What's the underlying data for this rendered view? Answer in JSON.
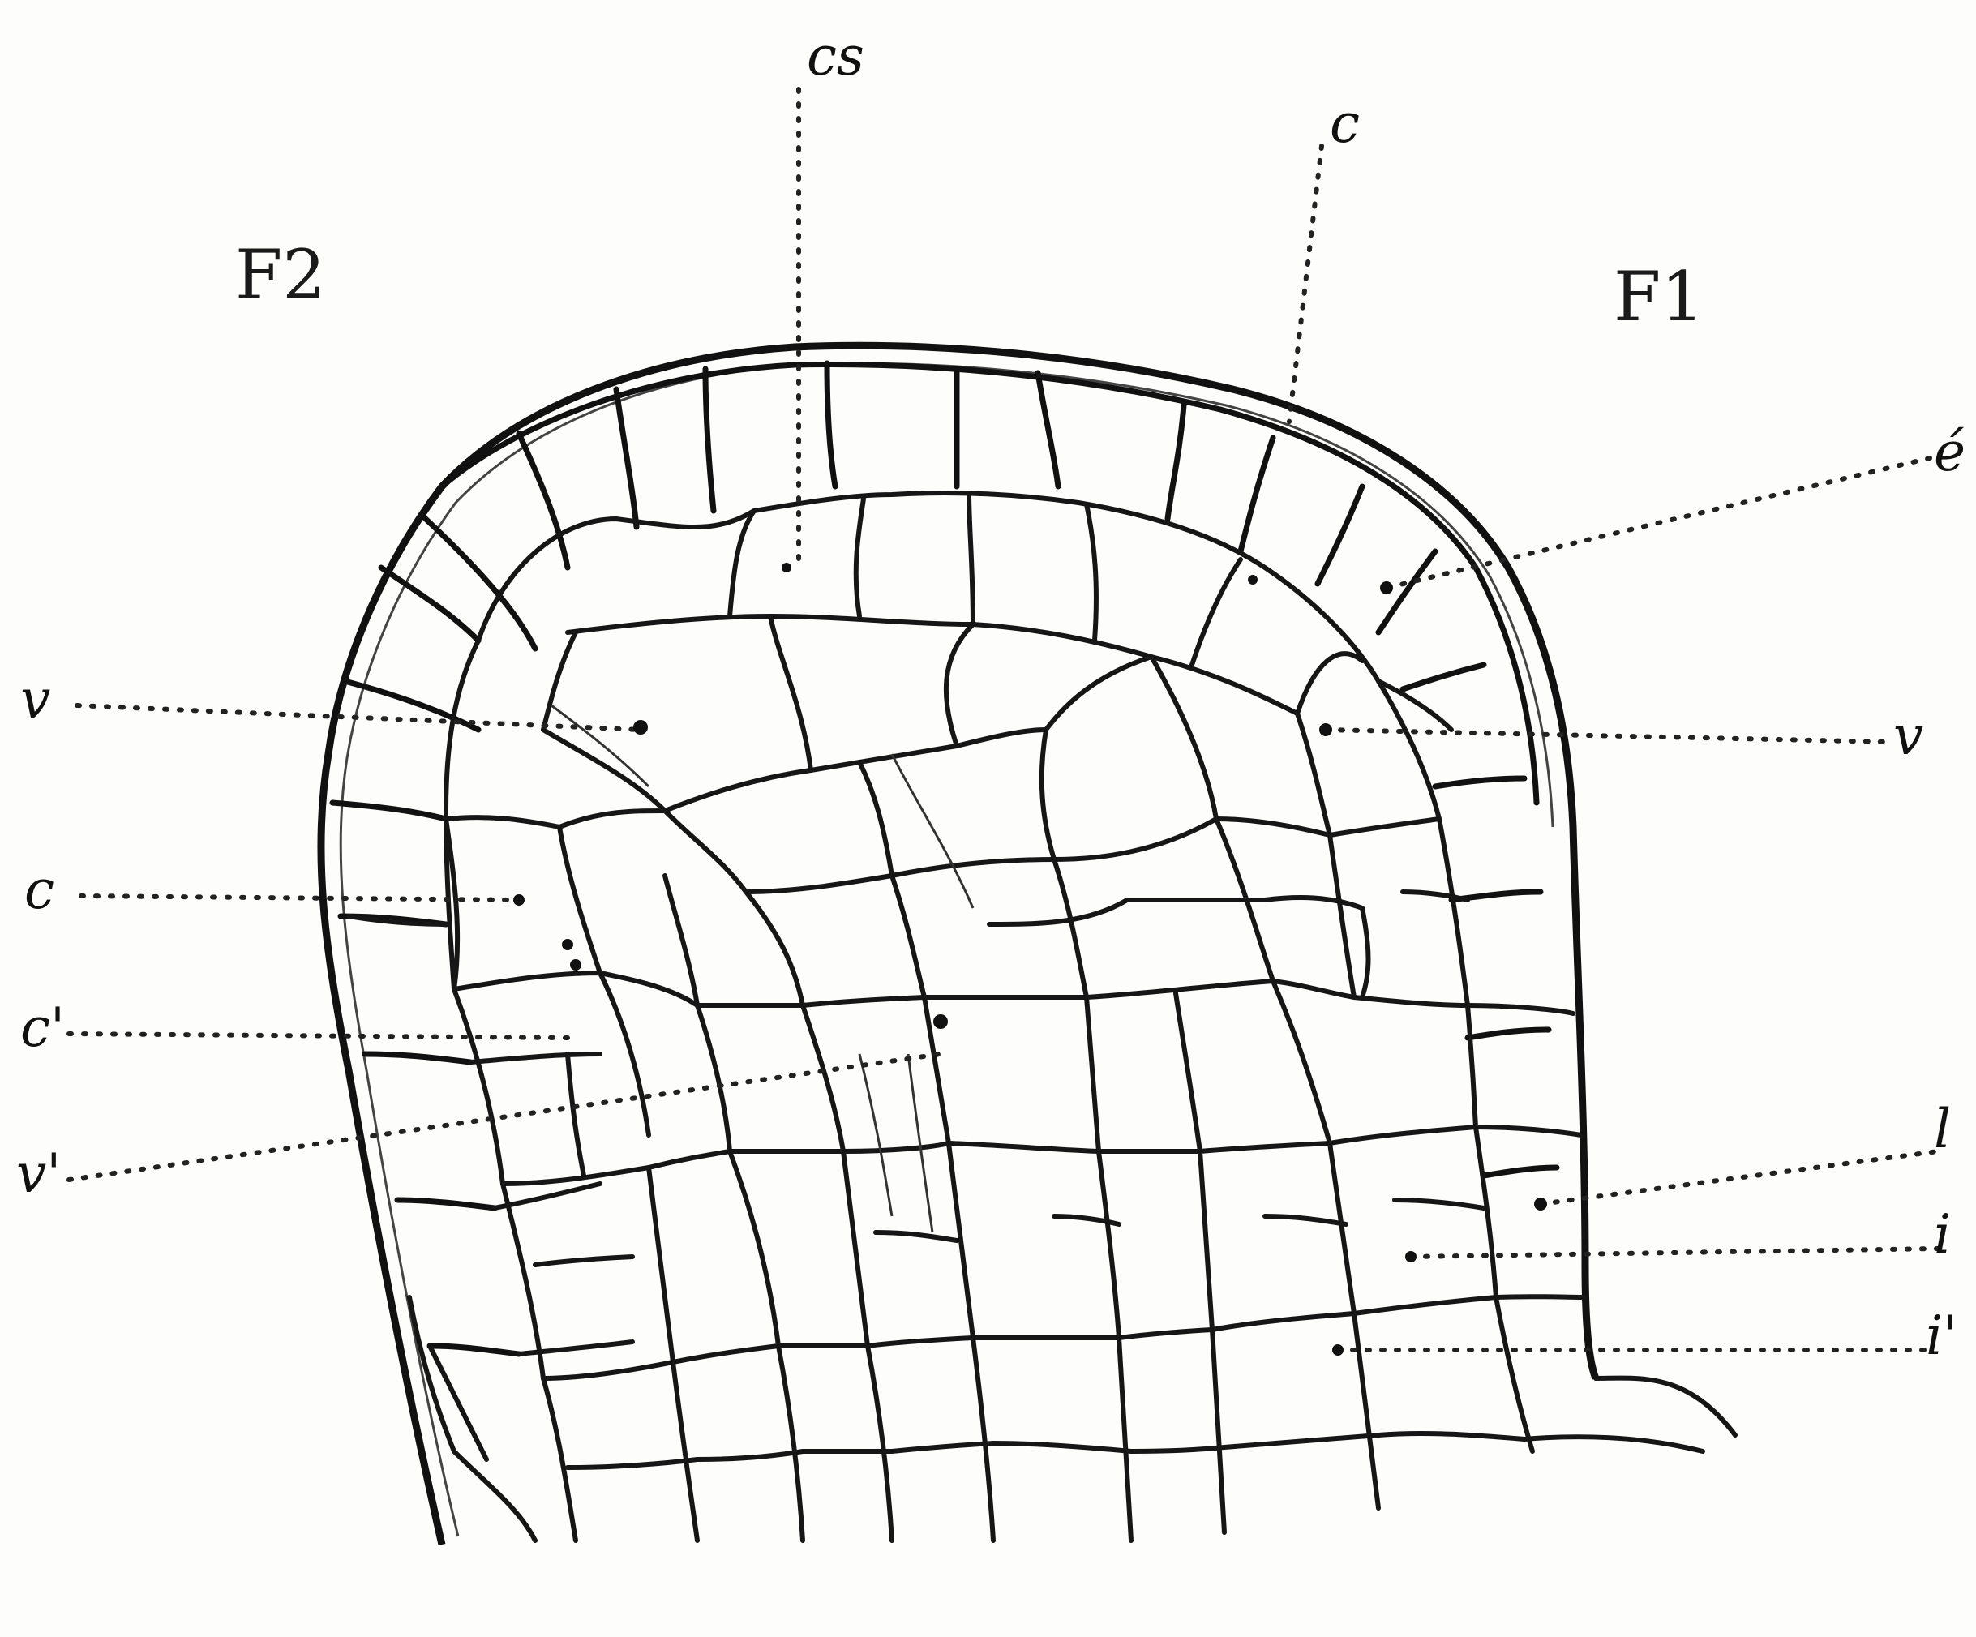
{
  "figure_labels": {
    "left": "F2",
    "right": "F1"
  },
  "labels": {
    "cs": "cs",
    "c_top": "c",
    "e_acute": "é",
    "v_left": "v",
    "v_right": "v",
    "c_left": "c",
    "c_prime": "c'",
    "v_prime": "v'",
    "l": "l",
    "i": "i",
    "i_prime": "i'"
  }
}
